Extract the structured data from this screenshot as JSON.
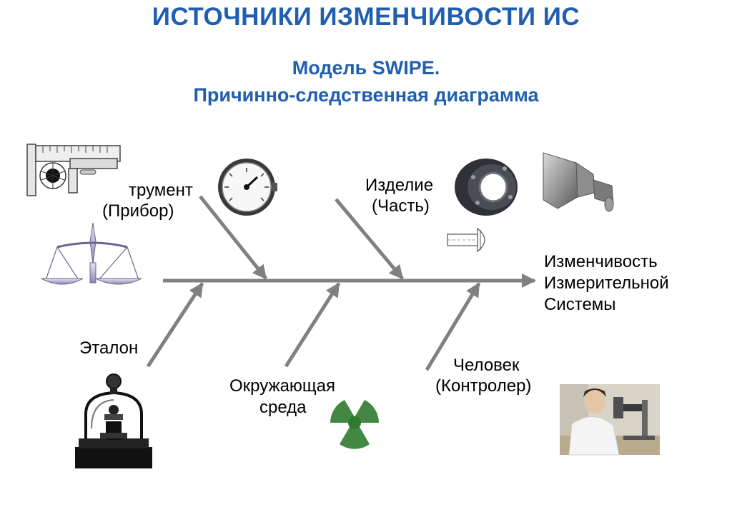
{
  "header": {
    "title": "ИСТОЧНИКИ ИЗМЕНЧИВОСТИ ИС",
    "subtitle_line1": "Модель SWIPE.",
    "subtitle_line2": "Причинно-следственная диаграмма"
  },
  "diagram": {
    "effect": {
      "line1": "Изменчивость",
      "line2": "Измерительной",
      "line3": "Системы"
    },
    "causes": {
      "instrument": {
        "line1": "трумент",
        "line2": "(Прибор)"
      },
      "workpiece": {
        "line1": "Изделие",
        "line2": "(Часть)"
      },
      "standard": {
        "line1": "Эталон"
      },
      "environment": {
        "line1": "Окружающая",
        "line2": "среда"
      },
      "person": {
        "line1": "Человек",
        "line2": "(Контролер)"
      }
    },
    "colors": {
      "title": "#1f5fb0",
      "arrow": "#808080",
      "hazard": "#2e7a2e"
    },
    "icons": [
      "caliper-icon",
      "balance-scale-icon",
      "pressure-gauge-icon",
      "bearing-ring-icon",
      "shaft-part-icon",
      "pin-icon",
      "standard-weight-bell-jar-icon",
      "radiation-trefoil-icon",
      "inspector-photo-icon"
    ]
  }
}
